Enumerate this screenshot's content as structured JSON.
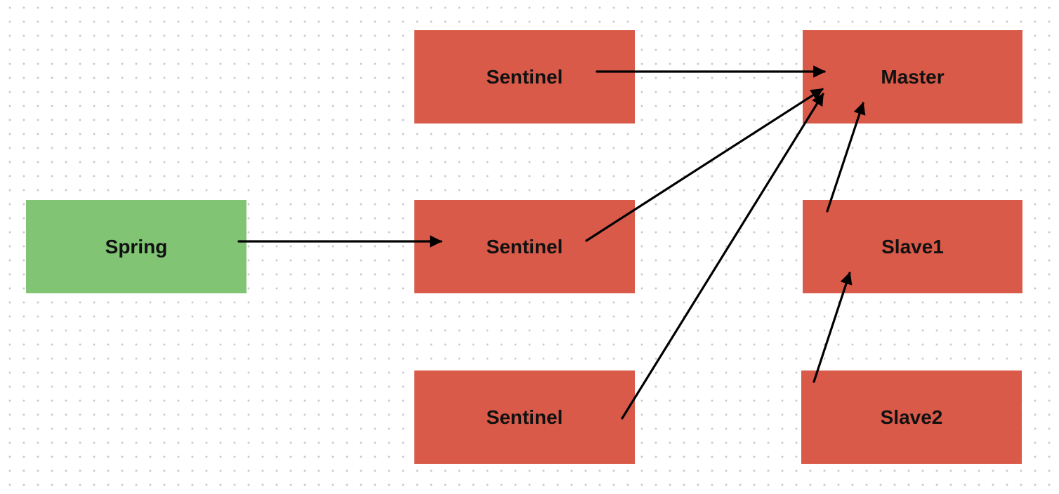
{
  "theme": {
    "primary_fill": "#d95a48",
    "client_fill": "#80c474",
    "arrow_color": "#000000"
  },
  "nodes": {
    "spring": {
      "label": "Spring",
      "role": "client"
    },
    "sentinel_1": {
      "label": "Sentinel",
      "role": "server"
    },
    "sentinel_2": {
      "label": "Sentinel",
      "role": "server"
    },
    "sentinel_3": {
      "label": "Sentinel",
      "role": "server"
    },
    "master": {
      "label": "Master",
      "role": "server"
    },
    "slave1": {
      "label": "Slave1",
      "role": "server"
    },
    "slave2": {
      "label": "Slave2",
      "role": "server"
    }
  },
  "edges": [
    {
      "from": "spring",
      "to": "sentinel_2"
    },
    {
      "from": "sentinel_1",
      "to": "master"
    },
    {
      "from": "sentinel_2",
      "to": "master"
    },
    {
      "from": "sentinel_3",
      "to": "master"
    },
    {
      "from": "slave1",
      "to": "master"
    },
    {
      "from": "slave2",
      "to": "slave1"
    }
  ]
}
